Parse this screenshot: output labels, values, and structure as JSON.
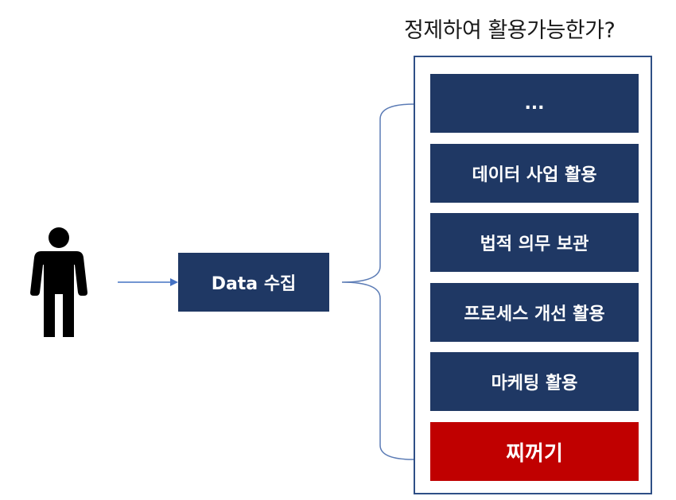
{
  "header": {
    "question": "정제하여 활용가능한가?"
  },
  "source": {
    "label": "Data 수집"
  },
  "uses": [
    {
      "label": "...",
      "kind": "normal"
    },
    {
      "label": "데이터 사업 활용",
      "kind": "normal"
    },
    {
      "label": "법적 의무 보관",
      "kind": "normal"
    },
    {
      "label": "프로세스 개선 활용",
      "kind": "normal"
    },
    {
      "label": "마케팅 활용",
      "kind": "normal"
    },
    {
      "label": "찌꺼기",
      "kind": "waste"
    }
  ],
  "colors": {
    "box_fill": "#1f3864",
    "waste_fill": "#c00000",
    "frame_border": "#2f4f86",
    "arrow": "#4472c4",
    "person": "#000000"
  },
  "icons": {
    "person": "person-icon"
  }
}
